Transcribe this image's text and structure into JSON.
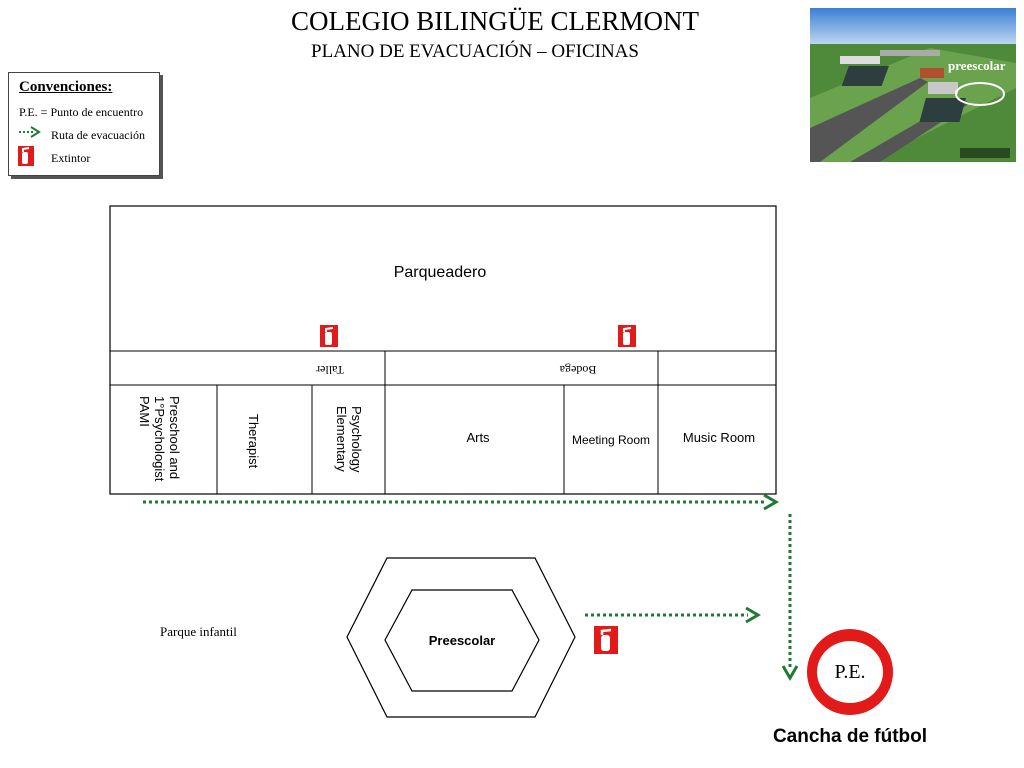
{
  "header": {
    "title": "COLEGIO BILINGÜE CLERMONT",
    "subtitle": "PLANO DE EVACUACIÓN – OFICINAS"
  },
  "legend": {
    "heading": "Convenciones:",
    "meeting_point": "P.E. = Punto de encuentro",
    "route": "Ruta de evacuación",
    "extinguisher": "Extintor"
  },
  "photo": {
    "label": "preescolar"
  },
  "floorplan": {
    "parking": "Parqueadero",
    "workshop": "Taller",
    "storage": "Bodega",
    "rooms": {
      "preschool_psych": "Preschool and 1°Psychologist PAMI",
      "therapist": "Therapist",
      "psych_elementary": "Psychology Elementary",
      "arts": "Arts",
      "meeting": "Meeting Room",
      "music": "Music Room"
    }
  },
  "site": {
    "playground": "Parque infantil",
    "preschool": "Preescolar",
    "meeting_point": "P.E.",
    "soccer_field": "Cancha de fútbol"
  },
  "colors": {
    "route": "#1f7a33",
    "extinguisher": "#e31a1a",
    "meeting_ring": "#e31a1a"
  }
}
